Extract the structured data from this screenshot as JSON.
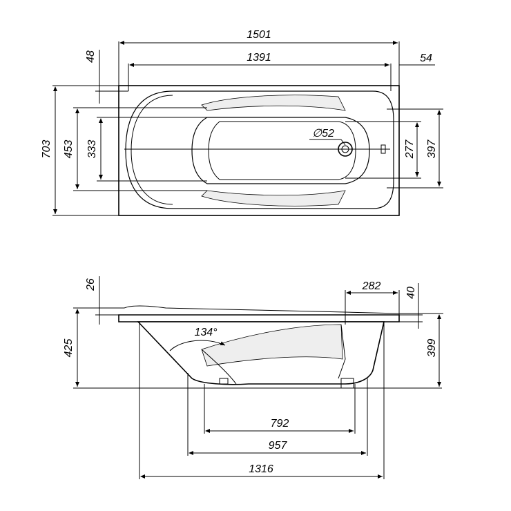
{
  "top_view": {
    "overall_length": "1501",
    "inner_length": "1391",
    "end_offset": "48",
    "rim_right": "54",
    "overall_width": "703",
    "inner_width_453": "453",
    "inner_width_333": "333",
    "drain_diameter": "∅52",
    "right_width_277": "277",
    "right_width_397": "397"
  },
  "side_view": {
    "rim_height": "26",
    "right_top_offset": "282",
    "right_height_40": "40",
    "total_height": "425",
    "inner_height": "399",
    "angle": "134°",
    "bottom_792": "792",
    "bottom_957": "957",
    "bottom_1316": "1316"
  },
  "colors": {
    "line": "#000000",
    "background": "#ffffff"
  }
}
